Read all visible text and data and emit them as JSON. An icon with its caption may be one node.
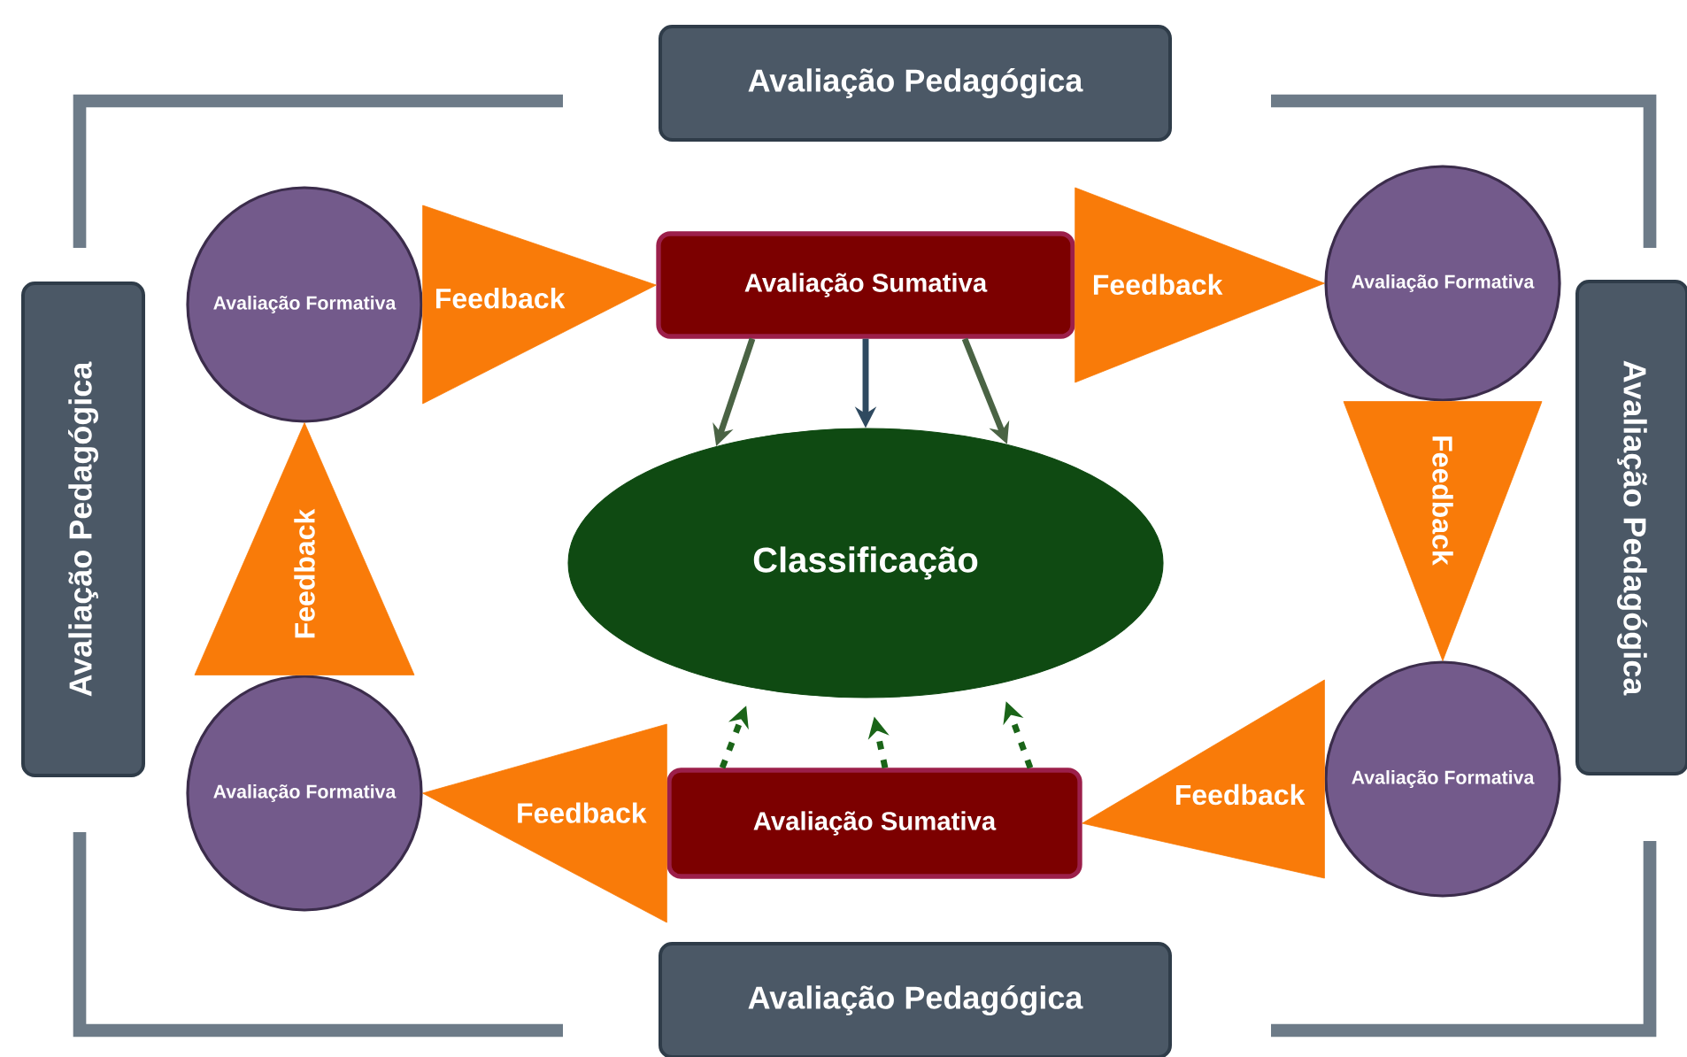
{
  "diagram": {
    "nodes": [
      {
        "text": [
          "Avaliação Pedagógica"
        ]
      },
      {
        "text": [
          "Avaliação Pedagógica"
        ]
      },
      {
        "text": [
          "Avaliação Formativa"
        ]
      },
      {
        "text": [
          "Avaliação Sumativa"
        ]
      },
      {
        "text": [
          "Avaliação Formativa"
        ]
      },
      {
        "text": [
          "Avaliação Pedagógica"
        ]
      },
      {
        "text": [
          "Classificação"
        ]
      },
      {
        "text": [
          "Avaliação Formativa"
        ]
      },
      {
        "text": [
          "Avaliação Sumativa"
        ]
      },
      {
        "text": [
          "Avaliação Formativa"
        ]
      },
      {
        "text": [
          "Avaliação Pedagógica"
        ]
      }
    ],
    "edges": [
      {
        "from": 2,
        "to": 3,
        "arrow": "to",
        "label": "Feedback",
        "color": "#f97b09"
      },
      {
        "from": 3,
        "to": 4,
        "arrow": "to",
        "label": "Feedback",
        "color": "#f97b09"
      },
      {
        "from": 4,
        "to": 9,
        "arrow": "to",
        "label": "Feedback",
        "color": "#f97b09"
      },
      {
        "from": 9,
        "to": 8,
        "arrow": "to",
        "label": "Feedback",
        "color": "#f97b09"
      },
      {
        "from": 8,
        "to": 7,
        "arrow": "to",
        "label": "Feedback",
        "color": "#f97b09"
      },
      {
        "from": 7,
        "to": 2,
        "arrow": "to",
        "label": "Feedback",
        "color": "#f97b09"
      },
      {
        "from": 3,
        "to": 6,
        "arrow": "to",
        "color": "#4a6344"
      },
      {
        "from": 3,
        "to": 6,
        "arrow": "to",
        "color": "#2f4a60"
      },
      {
        "from": 3,
        "to": 6,
        "arrow": "to",
        "color": "#4a6344"
      },
      {
        "from": 8,
        "to": 6,
        "arrow": "to",
        "style": "dashed",
        "color": "#1a6418"
      },
      {
        "from": 8,
        "to": 6,
        "arrow": "to",
        "style": "dashed",
        "color": "#1a6418"
      },
      {
        "from": 8,
        "to": 6,
        "arrow": "to",
        "style": "dashed",
        "color": "#1a6418"
      }
    ]
  }
}
